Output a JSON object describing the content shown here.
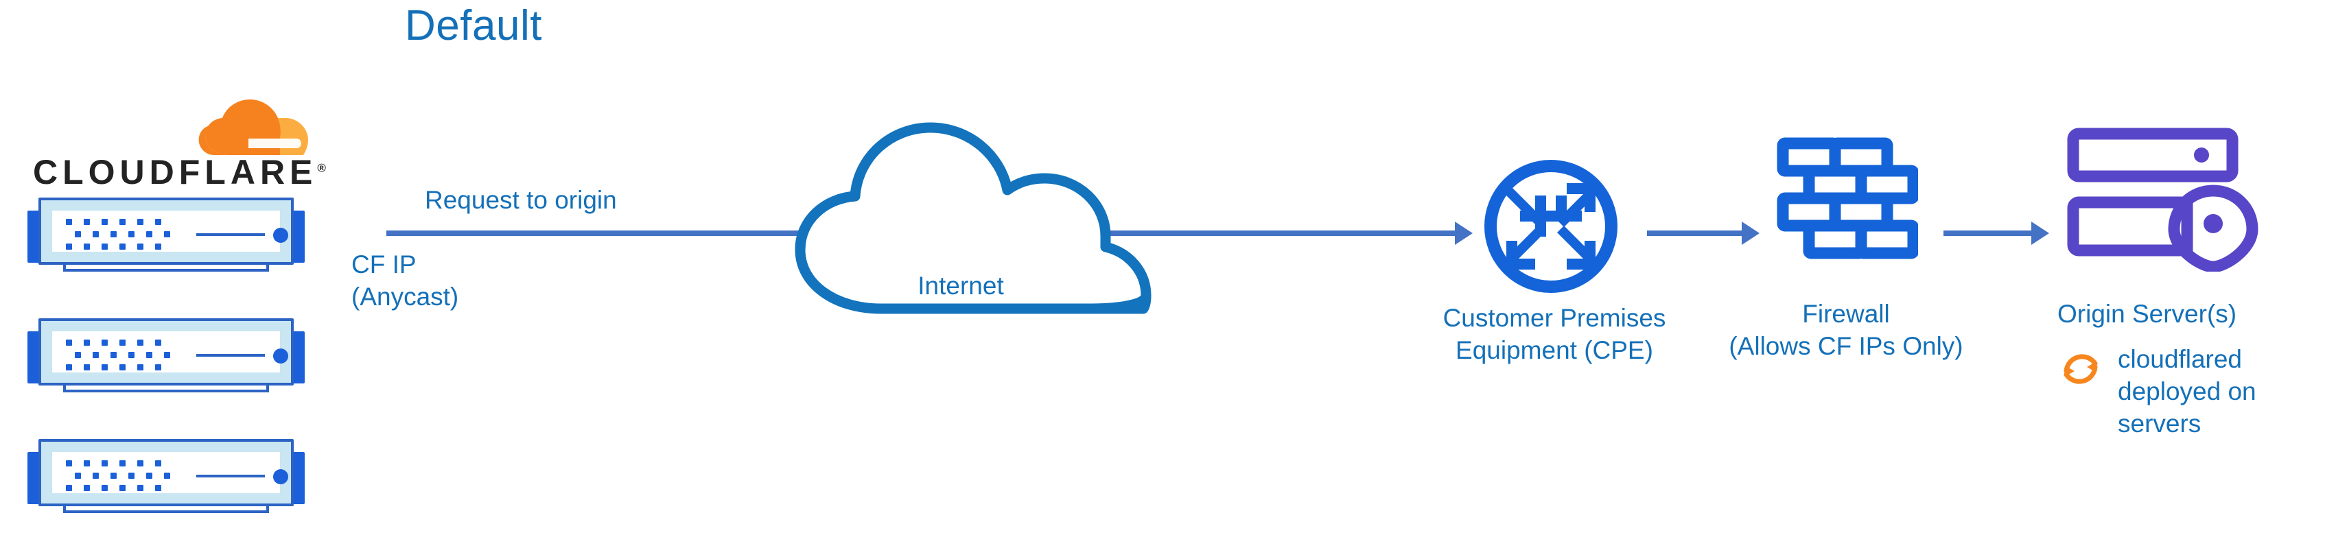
{
  "diagram": {
    "title": "Default",
    "type": "network-architecture-flow"
  },
  "brand": {
    "wordmark": "CLOUDFLARE",
    "registered_mark": "®",
    "logo_icon": "cloudflare-cloud-logo",
    "colors": {
      "orange_primary": "#F6821F",
      "orange_light": "#FBAD41",
      "wordmark": "#232323"
    }
  },
  "colors": {
    "text_blue": "#1470B8",
    "icon_blue": "#1463D8",
    "arrow_blue": "#4472C4",
    "server_purple": "#5746C8",
    "cloudflared_orange": "#F7861D",
    "switch_body": "#C9E6F2",
    "switch_border": "#2C63C4"
  },
  "nodes": [
    {
      "id": "cf-edge",
      "icon": "server-switch-stack",
      "label_primary": "CF IP",
      "label_secondary": "(Anycast)",
      "count": 3
    },
    {
      "id": "internet",
      "icon": "cloud-outline",
      "label": "Internet"
    },
    {
      "id": "cpe",
      "icon": "router-expand-arrows-circle",
      "label_line1": "Customer Premises",
      "label_line2": "Equipment (CPE)"
    },
    {
      "id": "firewall",
      "icon": "brick-wall",
      "label_line1": "Firewall",
      "label_line2": "(Allows CF IPs Only)"
    },
    {
      "id": "origin",
      "icon": "server-rack-location-pin",
      "label": "Origin Server(s)"
    }
  ],
  "connectors": [
    {
      "id": "edge-to-cpe",
      "label": "Request to origin",
      "from": "cf-edge",
      "to": "cpe",
      "direction": "right"
    },
    {
      "id": "cpe-to-firewall",
      "from": "cpe",
      "to": "firewall",
      "direction": "right"
    },
    {
      "id": "firewall-to-origin",
      "from": "firewall",
      "to": "origin",
      "direction": "right"
    }
  ],
  "annotations": {
    "cloudflared": {
      "icon": "sync-refresh-circular-arrows-icon",
      "line1": "cloudflared",
      "line2": "deployed on",
      "line3": "servers"
    }
  }
}
